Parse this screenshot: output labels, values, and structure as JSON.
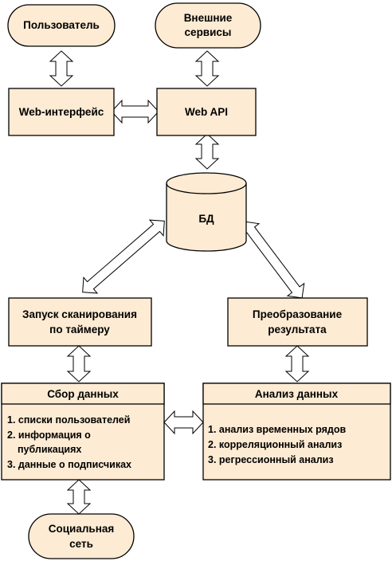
{
  "nodes": {
    "user": "Пользователь",
    "external_line1": "Внешние",
    "external_line2": "сервисы",
    "web_ui": "Web-интерфейс",
    "web_api": "Web API",
    "db": "БД",
    "timer_line1": "Запуск сканирования",
    "timer_line2": "по таймеру",
    "transform_line1": "Преобразование",
    "transform_line2": "результата",
    "collect_title": "Сбор данных",
    "collect_items": [
      "1. списки пользователей",
      "2. информация о",
      "публикациях",
      "3. данные о подписчиках"
    ],
    "analysis_title": "Анализ данных",
    "analysis_items": [
      "1. анализ временных рядов",
      "2. корреляционный анализ",
      "3. регрессионный анализ"
    ],
    "social_line1": "Социальная",
    "social_line2": "сеть"
  },
  "colors": {
    "node_fill": "#fdebd3",
    "stroke": "#000000",
    "arrow_fill": "#ffffff"
  }
}
